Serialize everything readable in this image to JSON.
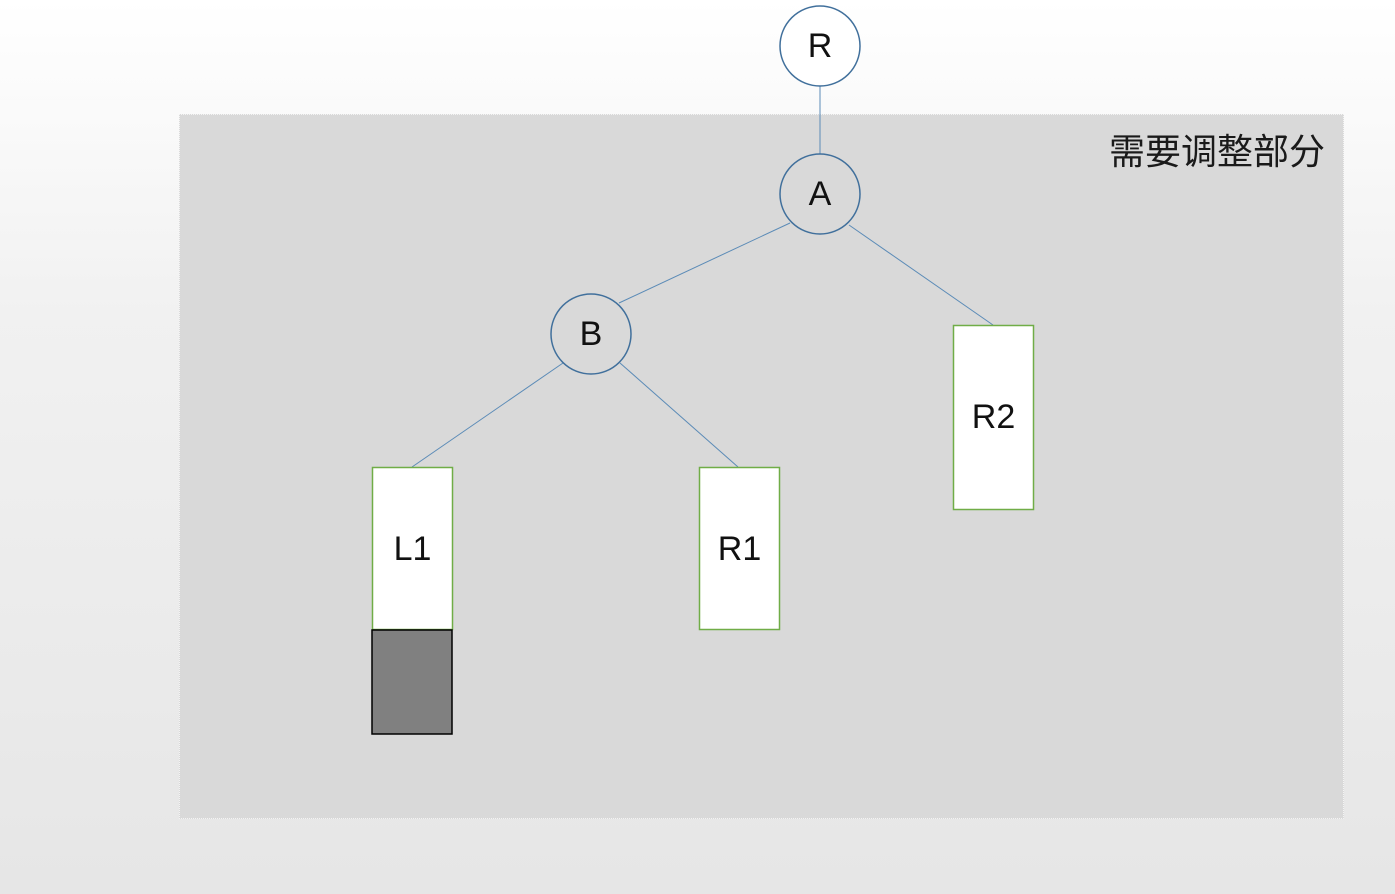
{
  "region": {
    "label": "需要调整部分",
    "fill": "#d9d9d9"
  },
  "nodes": {
    "R": "R",
    "A": "A",
    "B": "B",
    "L1": "L1",
    "R1": "R1",
    "R2": "R2"
  },
  "colors": {
    "circle_stroke": "#41709c",
    "edge": "#5b8bb7",
    "box_stroke": "#70ad47",
    "box_fill": "#ffffff",
    "inserted_block_fill": "#808080",
    "inserted_block_stroke": "#000000"
  }
}
